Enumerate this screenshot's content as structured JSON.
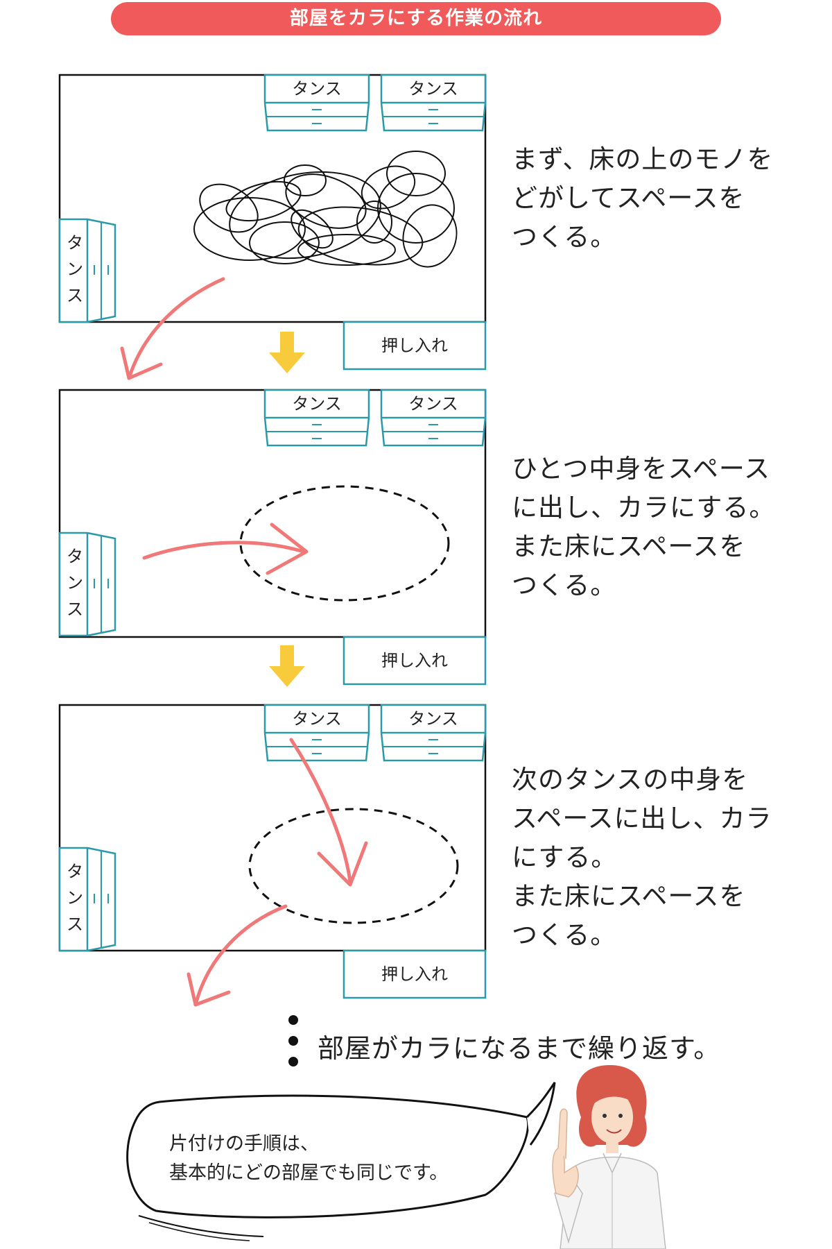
{
  "title": "部屋をカラにする作業の流れ",
  "labels": {
    "tansu": "タンス",
    "oshiire": "押し入れ"
  },
  "steps": [
    {
      "lines": [
        "まず、床の上のモノを",
        "どがしてスペースを",
        "つくる。"
      ]
    },
    {
      "lines": [
        "ひとつ中身をスペース",
        "に出し、カラにする。",
        "また床にスペースを",
        "つくる。"
      ]
    },
    {
      "lines": [
        "次のタンスの中身を",
        "スペースに出し、カラ",
        "にする。",
        "また床にスペースを",
        "つくる。"
      ]
    }
  ],
  "repeat_text": "部屋がカラになるまで繰り返す。",
  "speech_bubble": {
    "line1": "片付けの手順は、",
    "line2": "基本的にどの部屋でも同じです。"
  },
  "colors": {
    "accent_red": "#f15a5a",
    "furniture_teal": "#2a9aa8",
    "arrow_yellow": "#f7cb3c",
    "arrow_pink": "#f07878"
  }
}
